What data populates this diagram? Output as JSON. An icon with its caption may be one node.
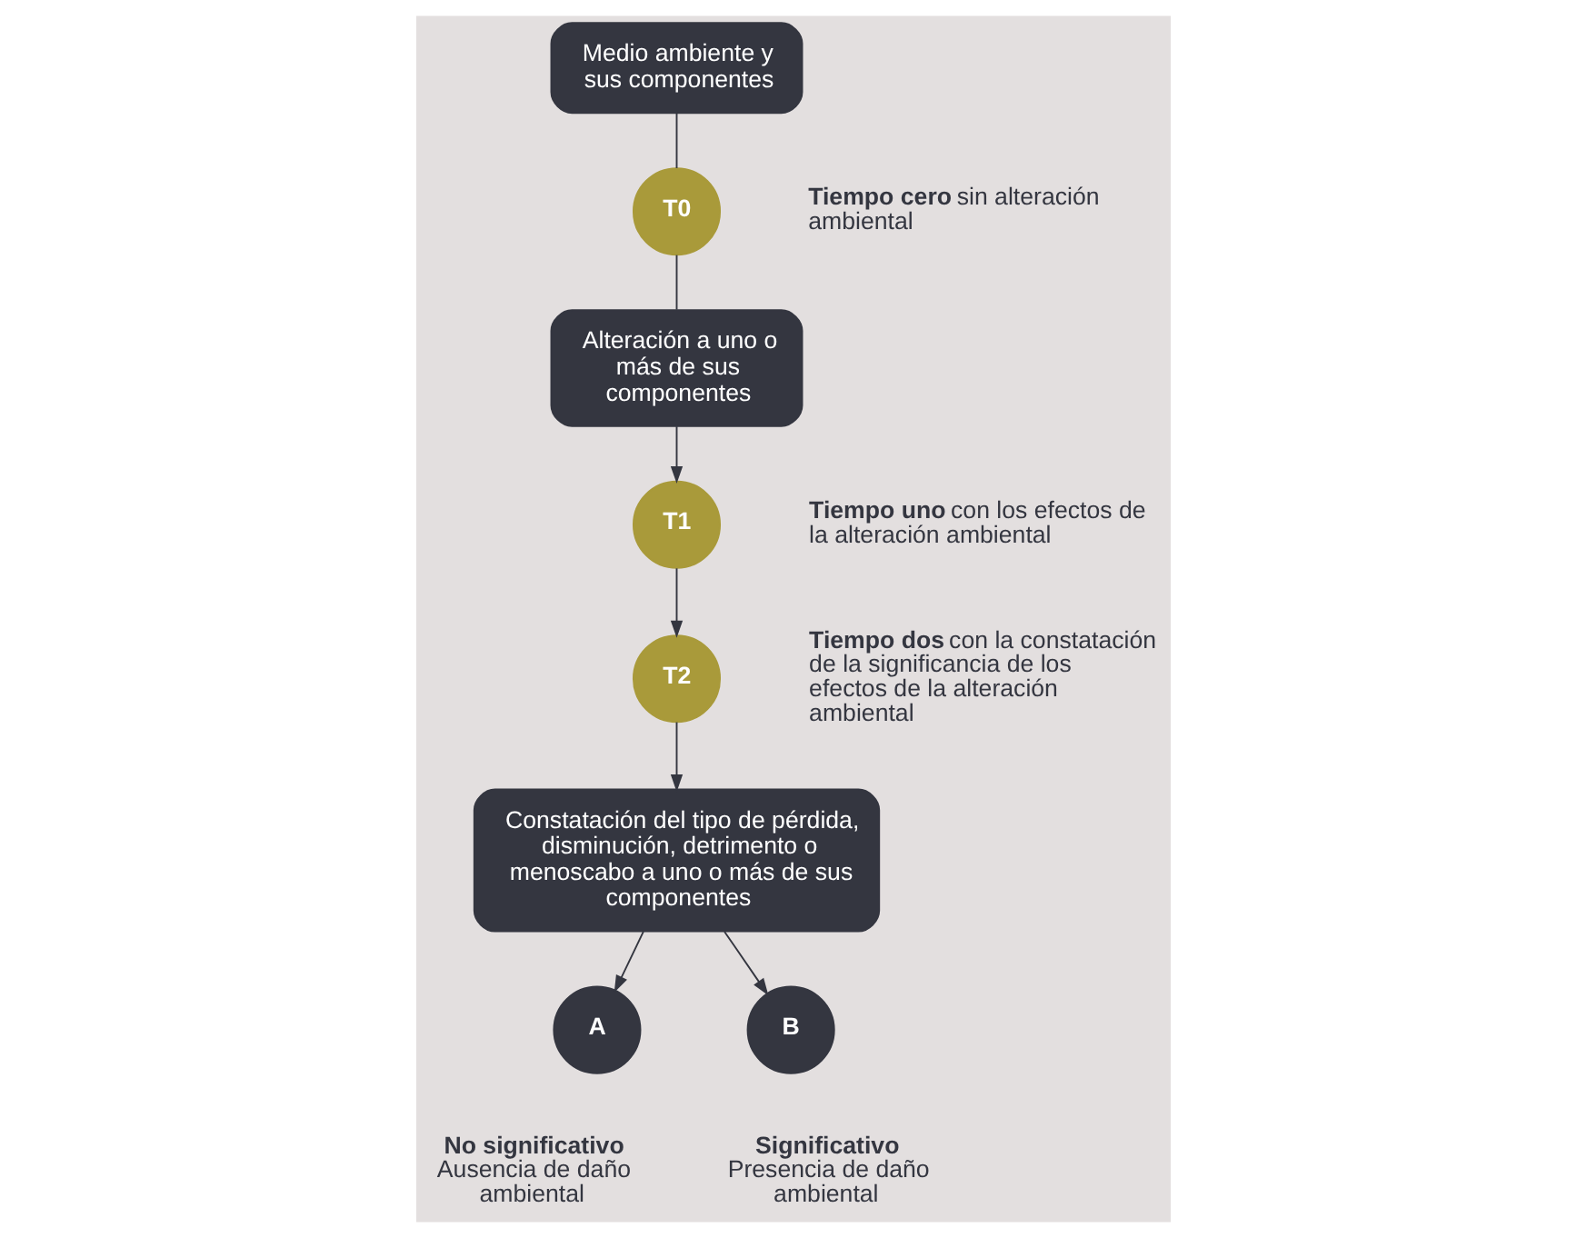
{
  "diagram": {
    "nodes": [
      {
        "text": [
          "Medio ambiente y sus componentes"
        ]
      },
      {
        "text": [
          "T0"
        ],
        "beside": [
          "**Tiempo cero** sin alteración ambiental"
        ]
      },
      {
        "text": [
          "Alteración a uno o más de sus componentes"
        ]
      },
      {
        "text": [
          "T1"
        ],
        "beside": [
          "**Tiempo uno** con los efectos de la alteración ambiental"
        ]
      },
      {
        "text": [
          "T2"
        ],
        "beside": [
          "**Tiempo dos** con la constatación de la significancia de los efectos de la alteración ambiental"
        ]
      },
      {
        "text": [
          "Constatación del tipo de pérdida, disminución, detrimento o menoscabo a uno o más de sus componentes"
        ]
      },
      {
        "text": [
          "A"
        ],
        "beside": [
          "No significativo",
          "Ausencia de daño ambiental"
        ]
      },
      {
        "text": [
          "B"
        ],
        "beside": [
          "Significativo",
          "Presencia de daño ambiental"
        ]
      }
    ],
    "edges": [
      {
        "from": 0,
        "to": 1,
        "arrow": "none"
      },
      {
        "from": 1,
        "to": 2,
        "arrow": "none"
      },
      {
        "from": 2,
        "to": 3,
        "arrow": "to"
      },
      {
        "from": 3,
        "to": 4,
        "arrow": "to"
      },
      {
        "from": 4,
        "to": 5,
        "arrow": "to"
      },
      {
        "from": 5,
        "to": 6,
        "arrow": "to"
      },
      {
        "from": 5,
        "to": 7,
        "arrow": "to"
      }
    ]
  }
}
